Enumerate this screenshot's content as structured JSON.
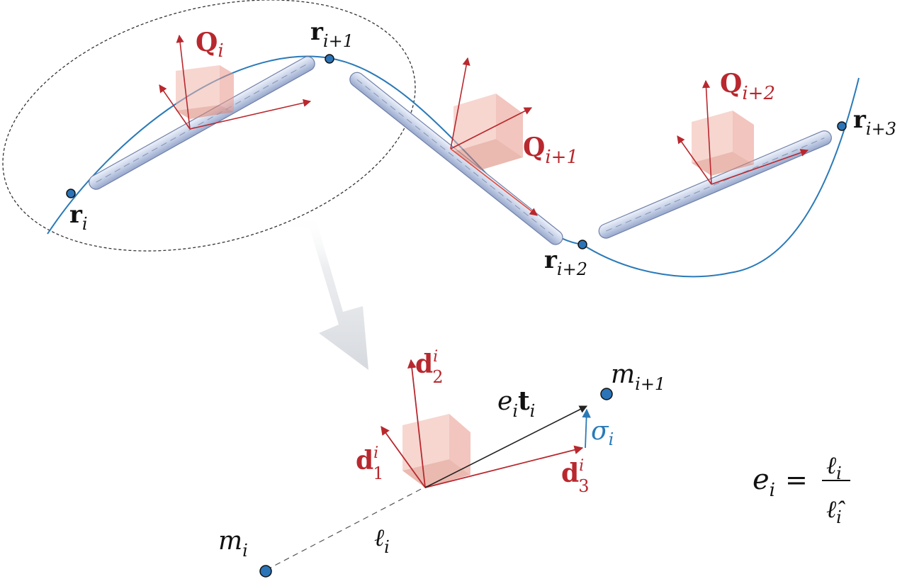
{
  "colors": {
    "curve": "#2a7ab8",
    "frame": "#b8282e",
    "rod_fill": "#c9d4ea",
    "rod_stroke": "#6e7fa6",
    "cube": "#e8978a",
    "node": "#2b74b8",
    "text_dark": "#111111",
    "sigma": "#2a7ab8"
  },
  "upper": {
    "nodes": [
      {
        "id": "r_i",
        "base": "r",
        "sub": "i"
      },
      {
        "id": "r_i1",
        "base": "r",
        "sub": "i+1"
      },
      {
        "id": "r_i2",
        "base": "r",
        "sub": "i+2"
      },
      {
        "id": "r_i3",
        "base": "r",
        "sub": "i+3"
      }
    ],
    "frames": [
      {
        "id": "Q_i",
        "base": "Q",
        "sub": "i"
      },
      {
        "id": "Q_i1",
        "base": "Q",
        "sub": "i+1"
      },
      {
        "id": "Q_i2",
        "base": "Q",
        "sub": "i+2"
      }
    ]
  },
  "lower": {
    "d1": {
      "base": "d",
      "sup": "i",
      "sub": "1"
    },
    "d2": {
      "base": "d",
      "sup": "i",
      "sub": "2"
    },
    "d3": {
      "base": "d",
      "sup": "i",
      "sub": "3"
    },
    "et": {
      "e": "e",
      "e_sub": "i",
      "t": "t",
      "t_sub": "i"
    },
    "sigma": {
      "base": "σ",
      "sub": "i"
    },
    "m_i": {
      "base": "m",
      "sub": "i"
    },
    "m_i1": {
      "base": "m",
      "sub": "i+1"
    },
    "ell": {
      "base": "ℓ",
      "sub": "i"
    }
  },
  "formula": {
    "lhs": "e",
    "lhs_sub": "i",
    "eq": "=",
    "num": "ℓ",
    "num_sub": "i",
    "den": "ℓ̂",
    "den_sub": "i"
  }
}
